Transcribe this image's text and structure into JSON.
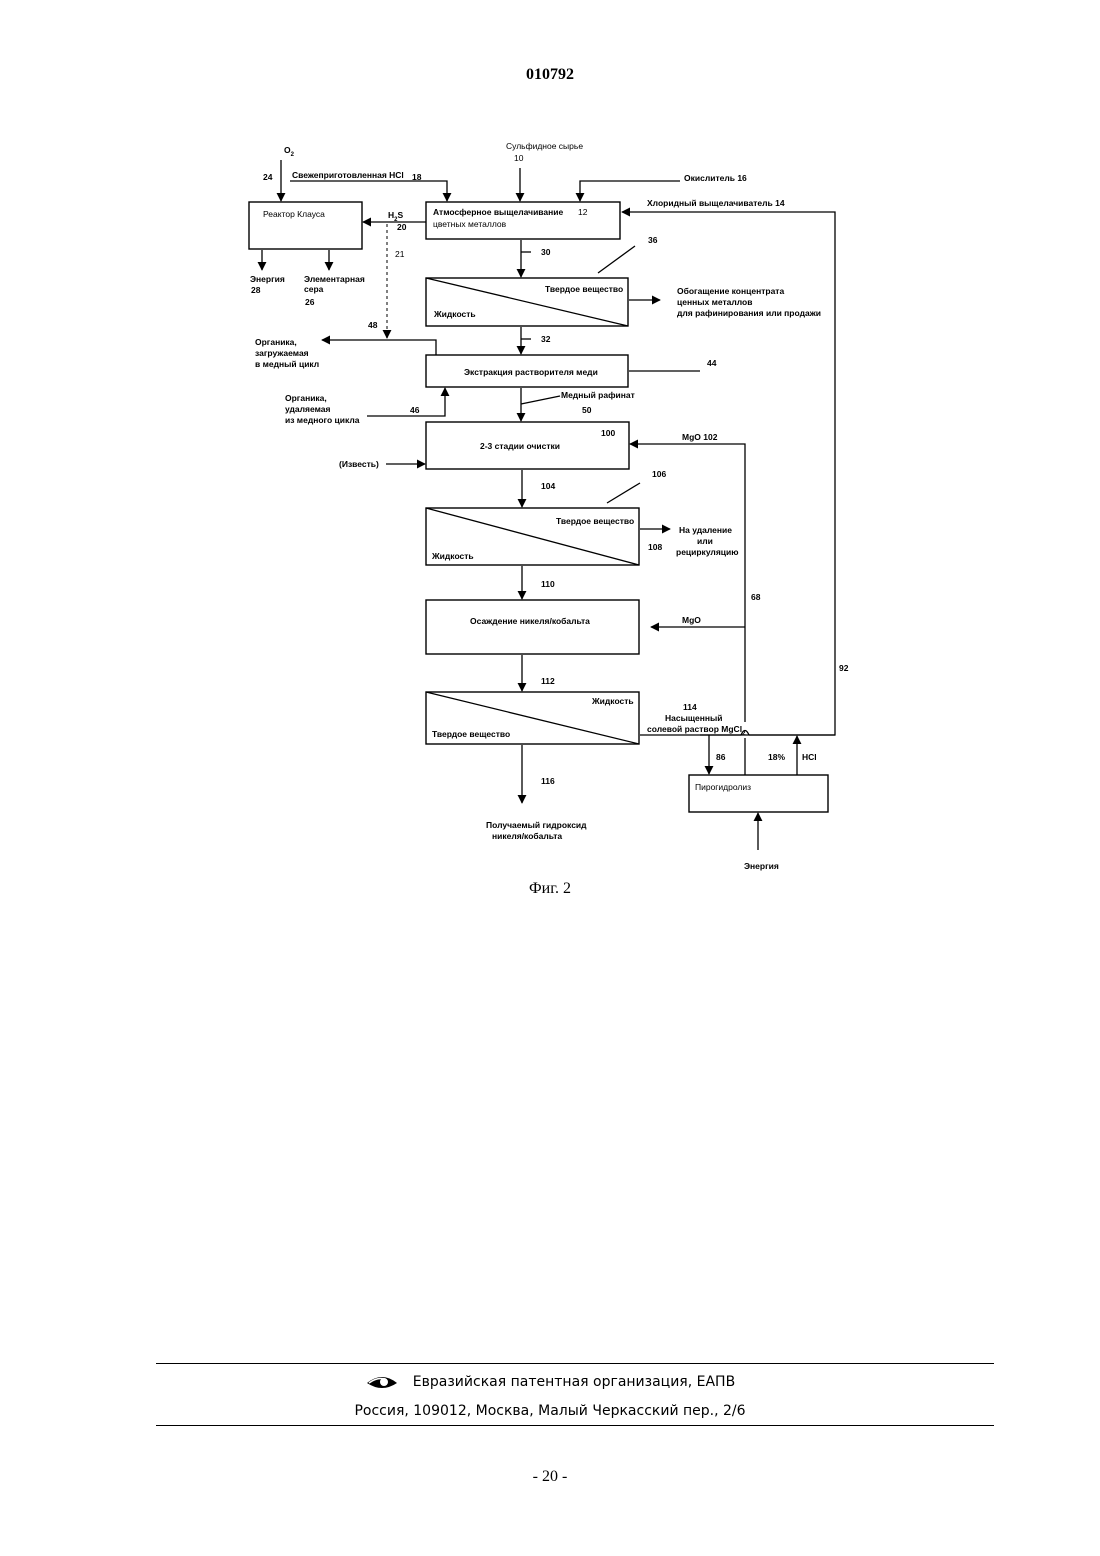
{
  "header": {
    "doc_number": "010792"
  },
  "diagram": {
    "boxes": {
      "claus": "Реактор Клауса",
      "leach_1": "Атмосферное выщелачивание",
      "leach_2": "цветных металлов",
      "leach_num": "12",
      "solid": "Твердое вещество",
      "liquid": "Жидкость",
      "extraction": "Экстракция растворителя меди",
      "purify": "2-3  стадии очистки",
      "purify_num": "100",
      "precip": "Осаждение никеля/кобальта",
      "pyro": "Пирогидролиз"
    },
    "labels": {
      "o2": "O",
      "o2_sub": "2",
      "n24": "24",
      "fresh_hcl": "Свежеприготовленная HCl",
      "n18": "18",
      "sulfide_raw": "Сульфидное сырье",
      "n10": "10",
      "oxidant": "Окислитель  16",
      "chloride_leach": "Хлоридный выщелачиватель  14",
      "h2s_h": "H",
      "h2s_sub": "2",
      "h2s_s": "S",
      "n20": "20",
      "n21": "21",
      "energy_28_1": "Энергия",
      "energy_28_2": "28",
      "sulfur_1": "Элементарная",
      "sulfur_2": "сера",
      "sulfur_3": "26",
      "n30": "30",
      "n36": "36",
      "concentrate_1": "Обогащение концентрата",
      "concentrate_2": "ценных металлов",
      "concentrate_3": "для рафинирования или продажи",
      "n48": "48",
      "organic_in_1": "Органика,",
      "organic_in_2": "загружаемая",
      "organic_in_3": "в медный цикл",
      "n32": "32",
      "n44": "44",
      "organic_out_1": "Органика,",
      "organic_out_2": "удаляемая",
      "organic_out_3": "из медного цикла",
      "n46": "46",
      "raffinate": "Медный рафинат",
      "n50": "50",
      "mgo_102": "MgO    102",
      "lime": "(Известь)",
      "n104": "104",
      "n106": "106",
      "disposal_1": "На удаление",
      "disposal_2": "или",
      "disposal_3": "рециркуляцию",
      "n108": "108",
      "n110": "110",
      "n68": "68",
      "mgo": "MgO",
      "n92": "92",
      "n112": "112",
      "n114": "114",
      "brine_1": "Насыщенный",
      "brine_2": "солевой раствор MgCl",
      "brine_sub": "2",
      "n86": "86",
      "pct18": "18%",
      "hcl": "HCl",
      "n116": "116",
      "product_1": "Получаемый гидроксид",
      "product_2": "никеля/кобальта",
      "energy_bottom": "Энергия"
    }
  },
  "caption": "Фиг. 2",
  "footer": {
    "org": "Евразийская патентная организация, ЕАПВ",
    "address": "Россия, 109012, Москва, Малый Черкасский пер., 2/6"
  },
  "page_number": "- 20 -"
}
